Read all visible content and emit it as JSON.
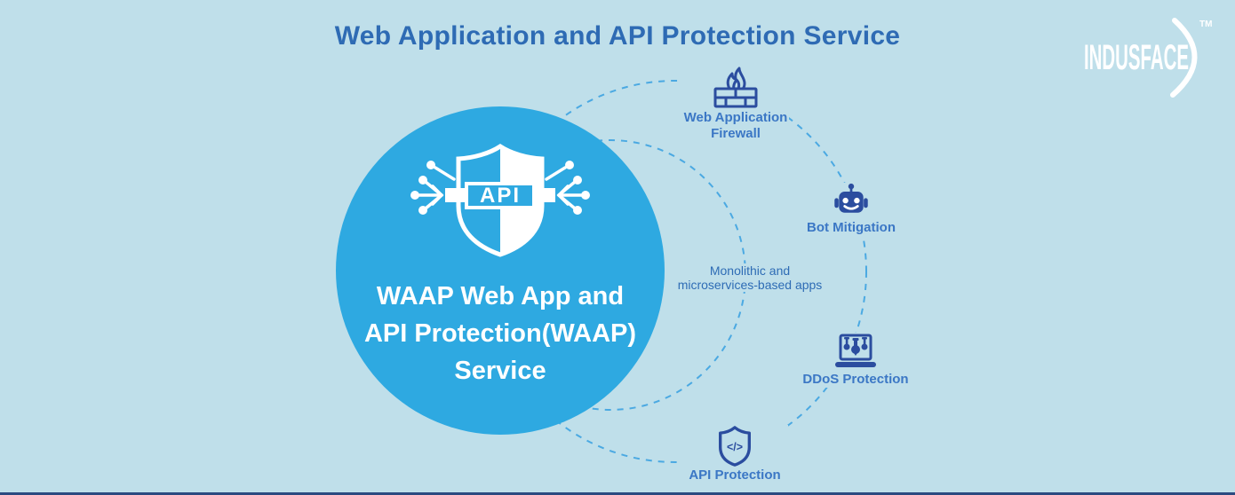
{
  "title": "Web Application and API Protection Service",
  "logo": {
    "name": "INDUSFACE",
    "tm": "TM"
  },
  "center": {
    "icon_text": "API",
    "line1": "WAAP Web App and",
    "line2": "API Protection(WAAP)",
    "line3": "Service"
  },
  "nodes": {
    "waf": {
      "label_line1": "Web Application",
      "label_line2": "Firewall"
    },
    "bot": {
      "label": "Bot Mitigation"
    },
    "ddos": {
      "label": "DDoS Protection"
    },
    "api": {
      "label": "API Protection",
      "glyph": "</>"
    }
  },
  "annotation": {
    "line1": "Monolithic and",
    "line2": "microservices-based apps"
  },
  "colors": {
    "background": "#BFDFEA",
    "main_circle": "#2EA9E1",
    "icon_navy": "#2B4D9F",
    "label_blue": "#3B77C5",
    "title_blue": "#2E6BB4",
    "dash_blue": "#4BA9E2",
    "logo_white": "#FFFFFF",
    "bottom_bar": "#2B4A80"
  }
}
